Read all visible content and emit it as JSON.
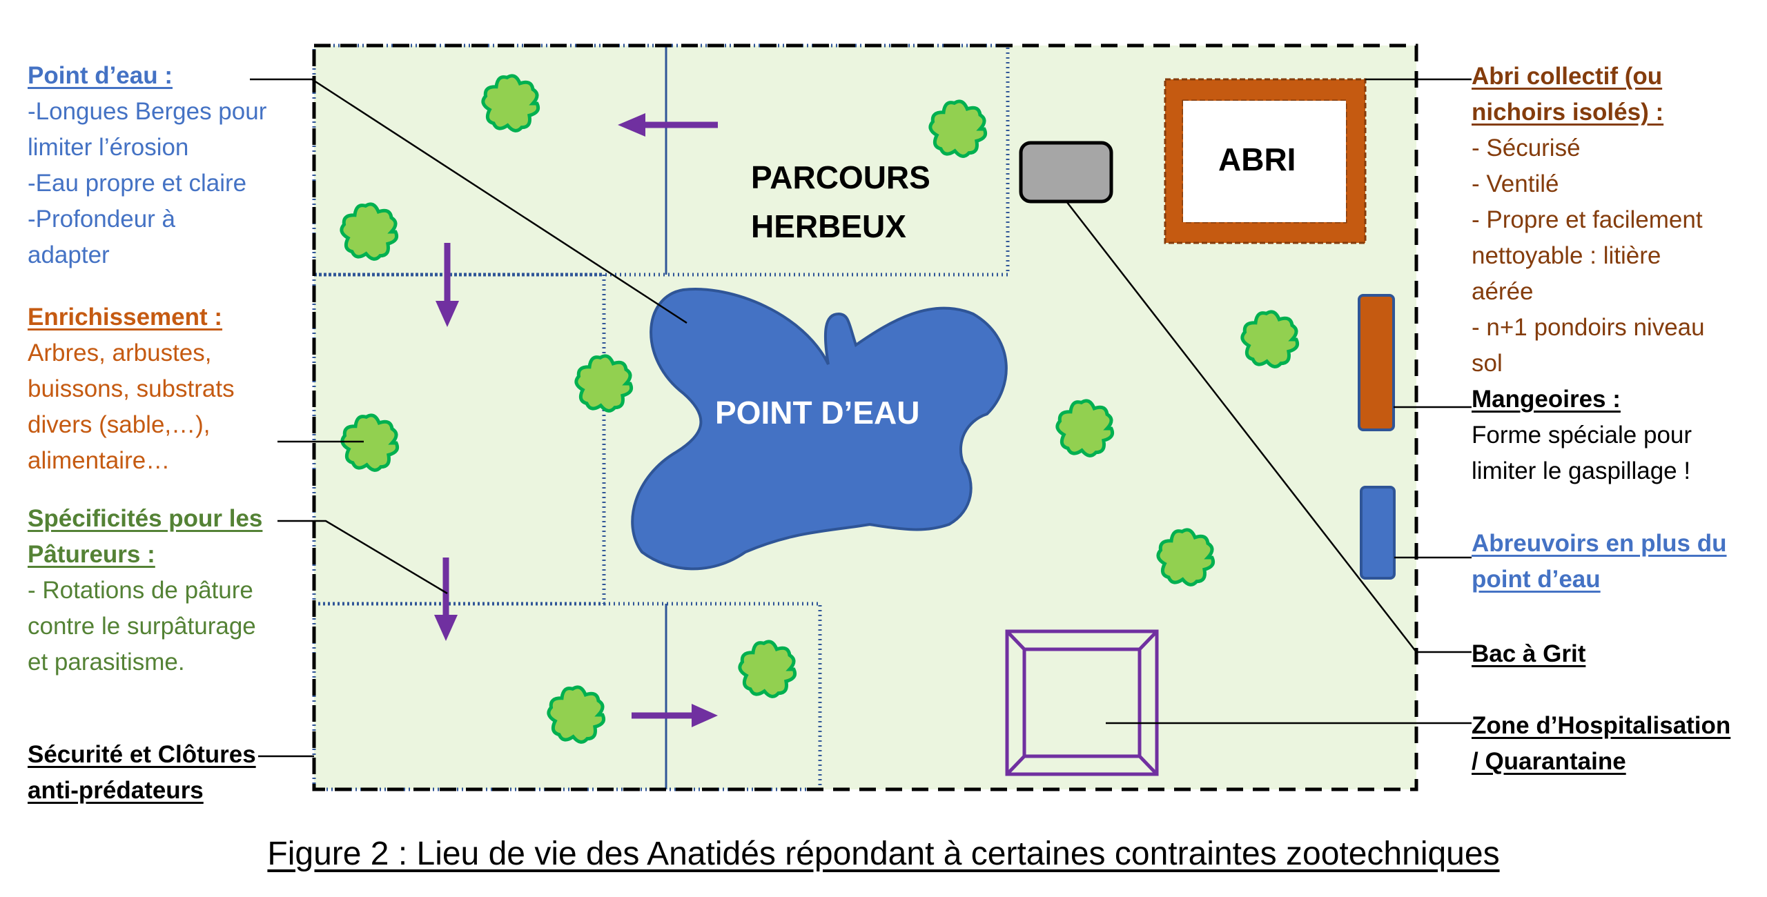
{
  "map": {
    "parcours_label": [
      "PARCOURS",
      "HERBEUX"
    ],
    "abri_label": "ABRI",
    "point_eau_label": "POINT D’EAU"
  },
  "annotations": {
    "point_eau": {
      "title": "Point d’eau :",
      "lines": [
        "-Longues Berges pour",
        "limiter l’érosion",
        "-Eau propre et claire",
        "-Profondeur à",
        "adapter"
      ]
    },
    "enrichissement": {
      "title": "Enrichissement :",
      "lines": [
        "Arbres, arbustes,",
        "buissons, substrats",
        "divers (sable,…),",
        "alimentaire…"
      ]
    },
    "specificites": {
      "title_lines": [
        "Spécificités pour les",
        "Pâtureurs :"
      ],
      "lines": [
        "- Rotations de pâture",
        "contre le surpâturage",
        "et parasitisme."
      ]
    },
    "securite": {
      "title_lines": [
        "Sécurité et Clôtures",
        "anti-prédateurs"
      ]
    },
    "abri": {
      "title_lines": [
        "Abri collectif (ou",
        "nichoirs isolés) :"
      ],
      "lines": [
        "- Sécurisé",
        "- Ventilé",
        "- Propre et facilement",
        "nettoyable : litière",
        "aérée",
        "- n+1 pondoirs niveau",
        "sol"
      ]
    },
    "mangeoires": {
      "title": "Mangeoires :",
      "lines": [
        "Forme spéciale pour",
        "limiter le gaspillage !"
      ]
    },
    "abreuvoirs": {
      "title_lines": [
        "Abreuvoirs en plus du",
        "point d’eau"
      ]
    },
    "bac_grit": {
      "title": "Bac à Grit"
    },
    "zone_hosp": {
      "title_lines": [
        "Zone d’Hospitalisation",
        "/ Quarantaine"
      ]
    }
  },
  "caption": "Figure 2 : Lieu de vie des Anatidés répondant à certaines contraintes zootechniques",
  "colors": {
    "grass": "#ebf5df",
    "water": "#4472c4",
    "tree_fill": "#92d050",
    "tree_edge": "#00b050",
    "arrow": "#7030a0",
    "abri_orange": "#c55a11",
    "feeder_gray": "#a6a6a6",
    "paddock_border": "#2f5597",
    "fence": "#000000"
  }
}
